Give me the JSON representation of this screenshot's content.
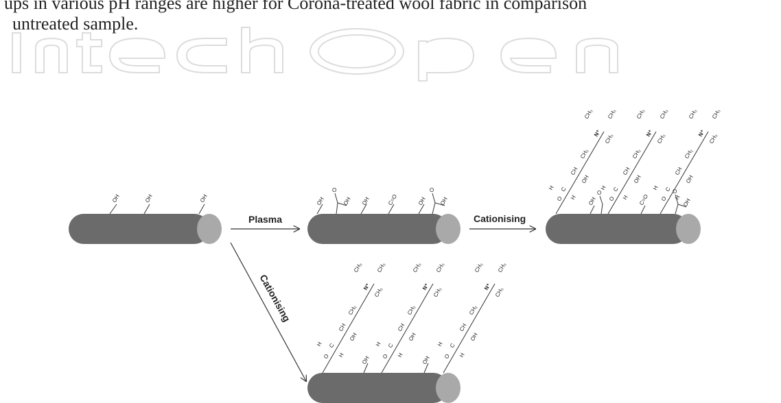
{
  "text": {
    "line1": "ups in various pH ranges are higher for Corona-treated wool fabric in comparison",
    "line2": "untreated sample."
  },
  "watermark": "IntechOpen",
  "diagram": {
    "arrow_plasma": "Plasma",
    "arrow_cationising_1": "Cationising",
    "arrow_cationising_2": "Cationising",
    "cylinder_color": "#6b6b6b",
    "cap_color": "#a9a9a9",
    "groups": {
      "oh": "OH",
      "co": "C=O",
      "o": "O",
      "ch": "CH",
      "ch2": "CH₂",
      "ch3": "CH₃",
      "n": "N⁺",
      "h": "H",
      "c": "C"
    }
  }
}
